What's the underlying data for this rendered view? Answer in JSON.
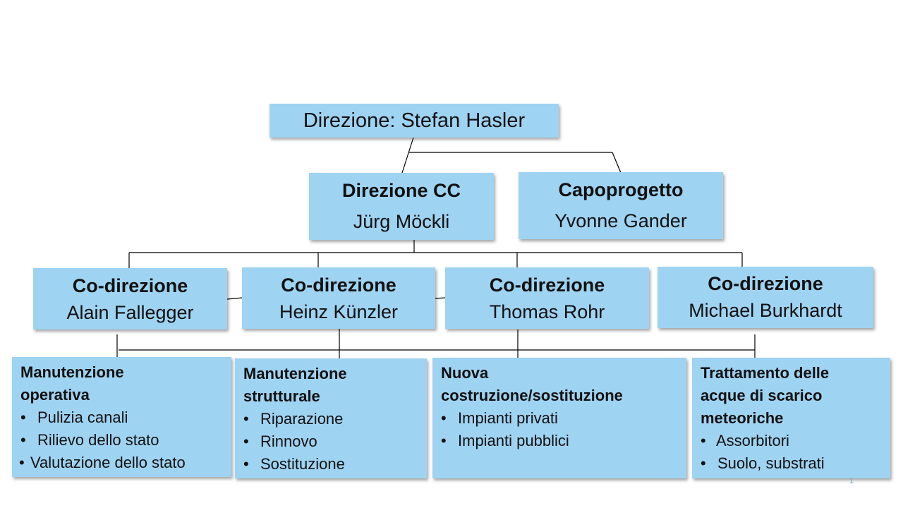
{
  "top": {
    "label": "Direzione: Stefan Hasler"
  },
  "level2": [
    {
      "title": "Direzione CC",
      "name": "Jürg Möckli"
    },
    {
      "title": "Capoprogetto",
      "name": "Yvonne Gander"
    }
  ],
  "codirections": [
    {
      "title": "Co-direzione",
      "name": "Alain Fallegger"
    },
    {
      "title": "Co-direzione",
      "name": "Heinz Künzler"
    },
    {
      "title": "Co-direzione",
      "name": "Thomas Rohr"
    },
    {
      "title": "Co-direzione",
      "name": "Michael Burkhardt"
    }
  ],
  "areas": [
    {
      "title_lines": [
        "Manutenzione",
        "operativa"
      ],
      "items": [
        "Pulizia canali",
        "Rilievo dello stato",
        "Valutazione dello stato"
      ]
    },
    {
      "title_lines": [
        "Manutenzione",
        "strutturale"
      ],
      "items": [
        "Riparazione",
        "Rinnovo",
        "Sostituzione"
      ]
    },
    {
      "title_lines": [
        "Nuova",
        "costruzione/sostituzione"
      ],
      "items": [
        "Impianti privati",
        "Impianti pubblici"
      ]
    },
    {
      "title_lines": [
        "Trattamento delle",
        "acque di scarico",
        "meteoriche"
      ],
      "items": [
        "Assorbitori",
        "Suolo, substrati"
      ]
    }
  ],
  "bullet": "•",
  "page_number": "1",
  "colors": {
    "box_fill": "#9fd3f2",
    "line": "#000000"
  }
}
